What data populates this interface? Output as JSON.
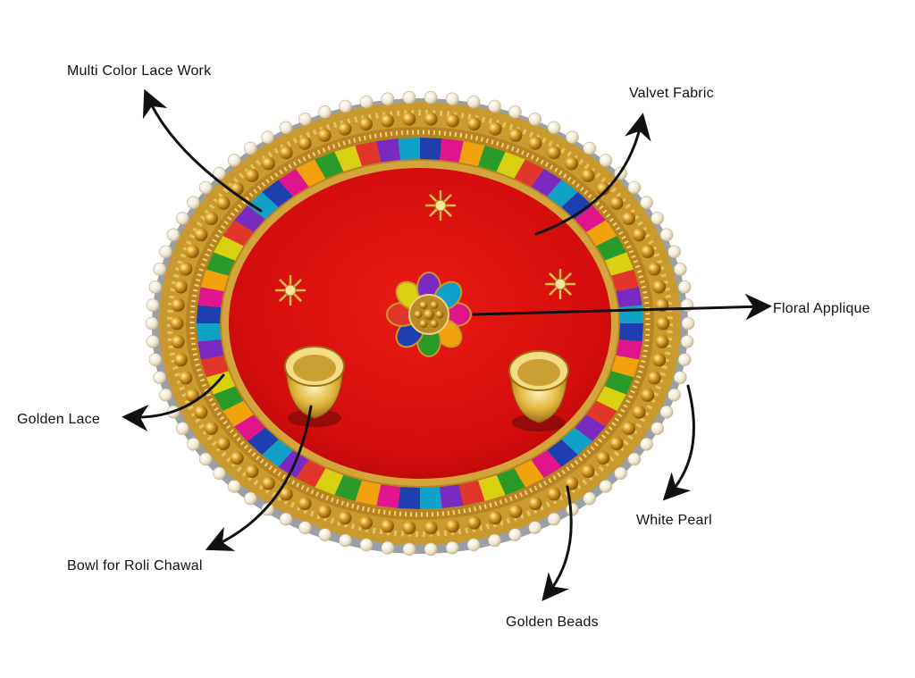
{
  "image": {
    "subject": "decorative-pooja-thali",
    "colors": {
      "velvet": "#d90f0f",
      "gold": "#c9962a",
      "pearl": "#f2ead8",
      "arrow": "#111111"
    }
  },
  "labels": {
    "multi_color_lace": "Multi Color Lace Work",
    "valvet_fabric": "Valvet Fabric",
    "floral_applique": "Floral Applique",
    "golden_lace": "Golden Lace",
    "white_pearl": "White Pearl",
    "bowl": "Bowl for Roli Chawal",
    "golden_beads": "Golden Beads"
  }
}
